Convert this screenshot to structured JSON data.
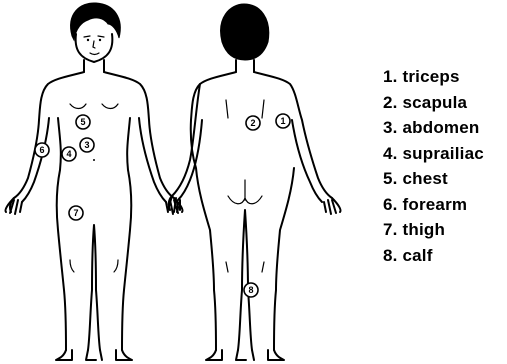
{
  "sites": [
    {
      "number": "1",
      "label": "1. triceps"
    },
    {
      "number": "2",
      "label": "2. scapula"
    },
    {
      "number": "3",
      "label": "3. abdomen"
    },
    {
      "number": "4",
      "label": "4. suprailiac"
    },
    {
      "number": "5",
      "label": "5. chest"
    },
    {
      "number": "6",
      "label": "6. forearm"
    },
    {
      "number": "7",
      "label": "7. thigh"
    },
    {
      "number": "8",
      "label": "8. calf"
    }
  ]
}
